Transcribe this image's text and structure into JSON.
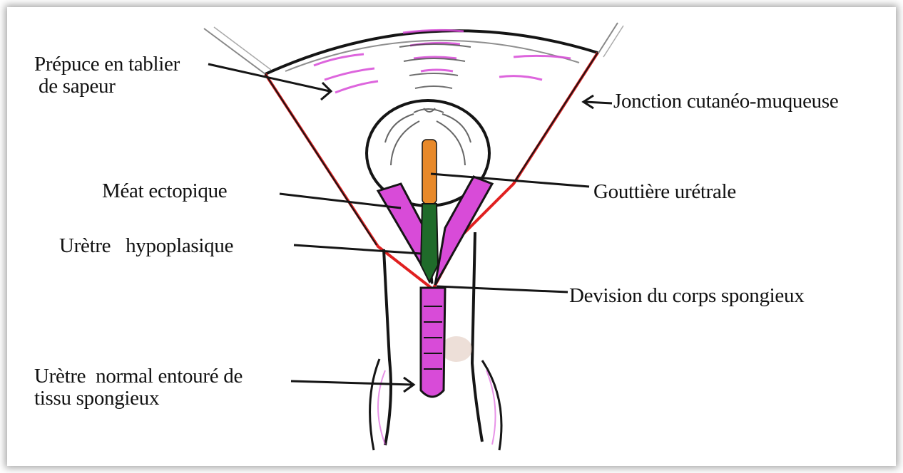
{
  "labels": {
    "prepuce_line1": "Prépuce en tablier",
    "prepuce_line2": "de sapeur",
    "jonction": "Jonction cutanéo-muqueuse",
    "meat": "Méat ectopique",
    "gouttiere": "Gouttière urétrale",
    "uretre_hypo": "Urètre   hypoplasique",
    "devision": "Devision du corps spongieux",
    "uretre_normal_line1": "Urètre  normal entouré de",
    "uretre_normal_line2": "tissu spongieux"
  },
  "colors": {
    "outline": "#151515",
    "spongy_tissue": "#d84bd8",
    "mucocutaneous_junction": "#e02020",
    "urethral_groove": "#e8892a",
    "hypoplastic_urethra": "#1f6b2a"
  }
}
